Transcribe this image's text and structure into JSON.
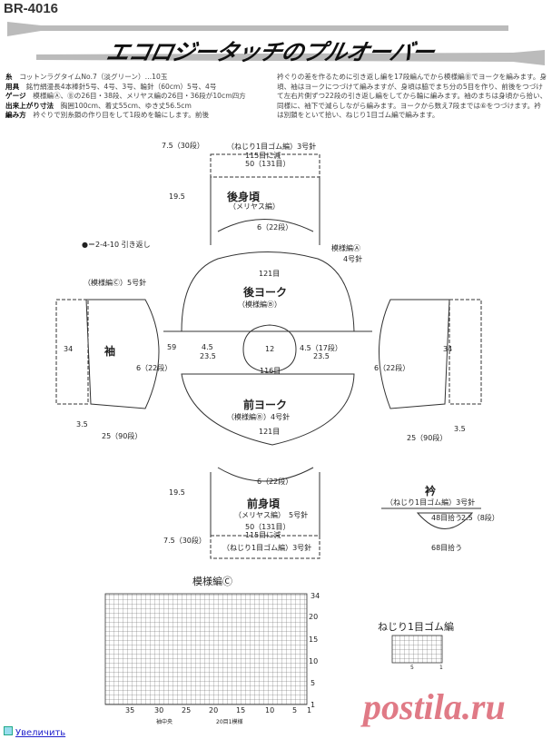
{
  "header": {
    "code": "BR-4016",
    "title": "エコロジータッチのプルオーバー"
  },
  "materials": [
    {
      "label": "糸",
      "text": "コットンラグタイムNo.7（淡グリーン）…10玉"
    },
    {
      "label": "用具",
      "text": "銘竹絹漫長4本棒針5号、4号、3号、輪針（60cm）5号、4号"
    },
    {
      "label": "ゲージ",
      "text": "模様編Ⓐ、Ⓑの26目・38段、メリヤス編の26目・36段が10cm四方"
    },
    {
      "label": "出来上がり寸法",
      "text": "胸囲100cm、着丈55cm、ゆき丈56.5cm"
    },
    {
      "label": "編み方",
      "text": "衿ぐりで別糸鎖の作り目をして1段めを輪にします。前後"
    }
  ],
  "instructions": "衿ぐりの差を作るために引き返し編を17段編んでから模様編Ⓑでヨークを編みます。身頃、袖はヨークにつづけて編みますが、身頃は脇でまち分の5目を作り、前後をつづけて左右片側ずつ22段の引き返し編をしてから輪に編みます。袖のまちは身頃から拾い、同様に、袖下で減らしながら編みます。ヨークから数え7段までは⑥をつづけます。衿は別鎖をといて拾い、ねじり1目ゴム編で編みます。",
  "diagram": {
    "back_body": "後身頃",
    "back_body_stitch": "（メリヤス編）",
    "back_rib": "（ねじり1目ゴム編）3号針",
    "front_body": "前身頃",
    "front_body_stitch": "（メリヤス編）",
    "front_needle": "5号針",
    "front_rib": "（ねじり1目ゴム編）3号針",
    "back_yoke": "後ヨーク",
    "back_yoke_stitch": "（模様編Ⓑ）",
    "front_yoke": "前ヨーク",
    "front_yoke_stitch": "（模様編Ⓑ）4号針",
    "sleeve": "袖",
    "sleeve_stitch": "（模様編Ⓒ）5号針",
    "collar": "衿",
    "collar_rib": "（ねじり1目ゴム編）3号針",
    "dims": {
      "w50a": "50（131目）",
      "w50b": "50（131目）",
      "h75a": "7.5（30段）",
      "h195a": "19.5",
      "h195b": "19.5",
      "h75b": "7.5（30段）",
      "s115a": "115目に減",
      "s115b": "115目に減",
      "y121a": "121目",
      "y121b": "121目",
      "c12": "12",
      "c235l": "23.5",
      "c235r": "23.5",
      "c45l": "4.5",
      "c45r": "4.5（17段）",
      "c116": "116目",
      "s34l": "34",
      "s34r": "34",
      "s59": "59",
      "s25l": "25（90段）",
      "s25r": "25（90段）",
      "s35l": "3.5",
      "s35r": "3.5",
      "g6a": "6（22段）",
      "g6b": "6（22段）",
      "g6c": "6（22段）",
      "g6d": "6（22段）",
      "col48": "48目拾う",
      "col25": "2.5（8段）",
      "col68": "68目拾う",
      "dec": "●＝2-4-10 引き返し",
      "pattern_a": "模様編Ⓐ",
      "needle4": "4号針"
    }
  },
  "chart": {
    "title": "模様編Ⓒ",
    "rows": [
      "34",
      "20",
      "15",
      "10",
      "5",
      "1"
    ],
    "cols": [
      "35",
      "30",
      "25",
      "20",
      "15",
      "10",
      "5",
      "1"
    ],
    "center": "袖中央",
    "repeat": "20目1模様",
    "rib_title": "ねじり1目ゴム編",
    "rib_cols": [
      "5",
      "1"
    ]
  },
  "footer": {
    "link": "Увеличить",
    "watermark": "postila.ru"
  }
}
